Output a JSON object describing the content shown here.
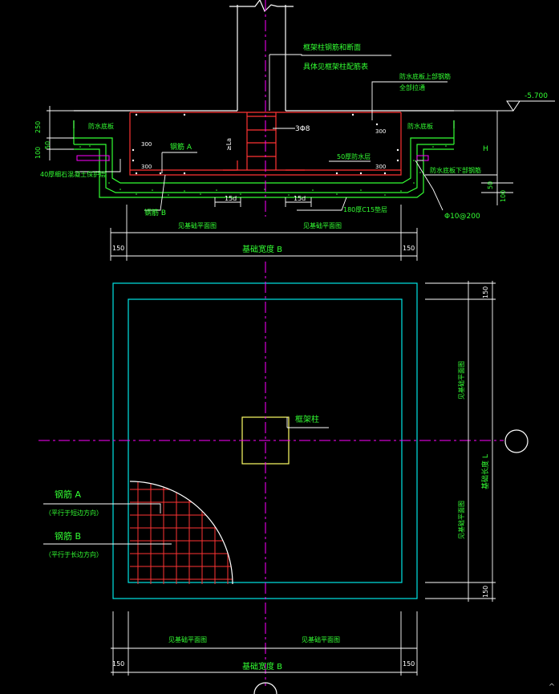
{
  "labels": {
    "col_rebar_1": "框架柱钢筋和断面",
    "col_rebar_2": "具体见框架柱配筋表",
    "waterproof_top_1": "防水底板上部钢筋",
    "waterproof_top_2": "全部拉通",
    "elev_value": "-5.700",
    "floor_left": "防水底板",
    "floor_right": "防水底板",
    "h_letter": "H",
    "dim_250": "250",
    "dim_100": "100",
    "dim_50": "50",
    "dim_50b": "50",
    "dim_100b": "100",
    "dim_300_l1": "300",
    "dim_300_l2": "300",
    "dim_300_r1": "300",
    "dim_300_r2": "300",
    "rebar_a": "钢筋 A",
    "rebar_b": "钢筋 B",
    "stirrup": "3Φ8",
    "la": "≥La",
    "waterproof_50": "50厚防水层",
    "cushion_40": "40厚细石混凝土保护层",
    "waterproof_bottom": "防水底板下部钢筋",
    "d15_left": "15d",
    "d15_right": "15d",
    "cushion_180": "180厚C15垫层",
    "phi_spacing": "Φ10@200",
    "see_plan_l": "见基础平面图",
    "see_plan_r": "见基础平面图",
    "dim_150_l": "150",
    "dim_150_r": "150",
    "width_b": "基础宽度 B",
    "frame_col": "框架柱",
    "plan_rebar_a": "钢筋 A",
    "plan_rebar_a_note": "（平行于短边方向）",
    "plan_rebar_b": "钢筋 B",
    "plan_rebar_b_note": "（平行于长边方向）",
    "right_150_top": "150",
    "right_150_bot": "150",
    "right_see_plan_1": "见基础平面图",
    "right_see_plan_2": "见基础平面图",
    "right_length": "基础长度 L",
    "bot_see_plan_l": "见基础平面图",
    "bot_see_plan_r": "见基础平面图",
    "bot_150_l": "150",
    "bot_150_r": "150",
    "bot_width_b": "基础宽度 B"
  },
  "colors": {
    "structure": "#33ff33",
    "rebar": "#ff3333",
    "centerline": "#ff00ff",
    "outline": "#00e5e5",
    "text": "#33ff33",
    "column": "#ffff66",
    "white": "#ffffff",
    "background": "#000000"
  }
}
